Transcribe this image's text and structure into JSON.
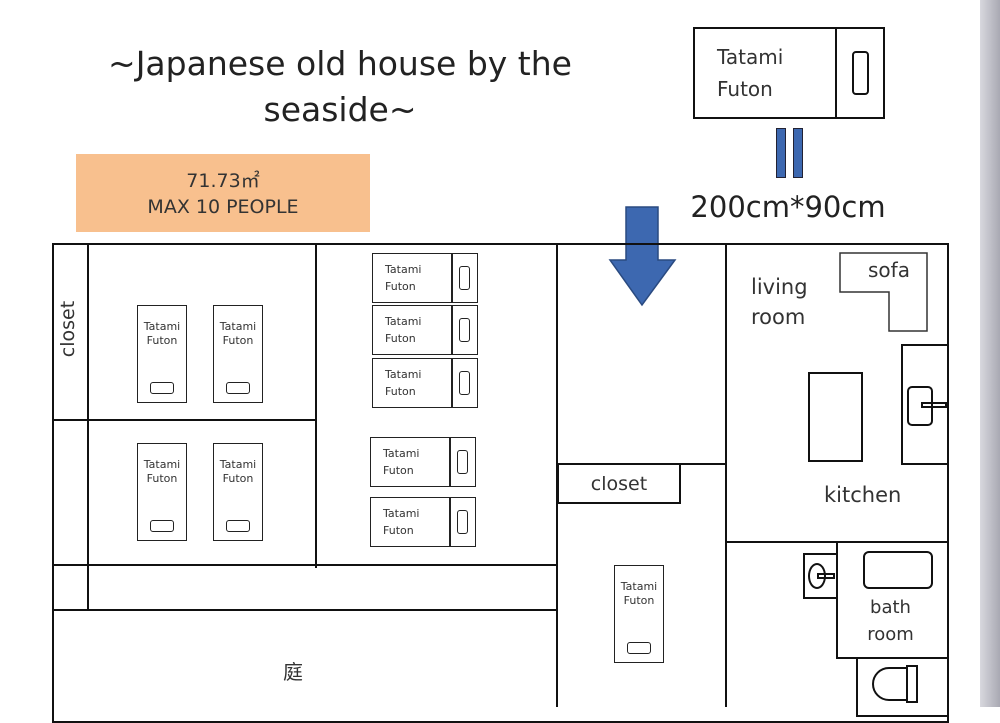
{
  "title": {
    "line1": "~Japanese old house by the",
    "line2": "seaside~"
  },
  "info": {
    "area": "71.73㎡",
    "capacity": "MAX 10 PEOPLE"
  },
  "legend": {
    "label1": "Tatami",
    "label2": "Futon",
    "size": "200cm*90cm"
  },
  "futon": {
    "l1": "Tatami",
    "l2": "Futon"
  },
  "rooms": {
    "closet_left": "closet",
    "closet_mid": "closet",
    "living1": "living",
    "living2": "room",
    "sofa": "sofa",
    "kitchen": "kitchen",
    "bath1": "bath",
    "bath2": "room",
    "garden": "庭"
  },
  "colors": {
    "info_bg": "#f8c08e",
    "arrow": "#3d68b0"
  }
}
